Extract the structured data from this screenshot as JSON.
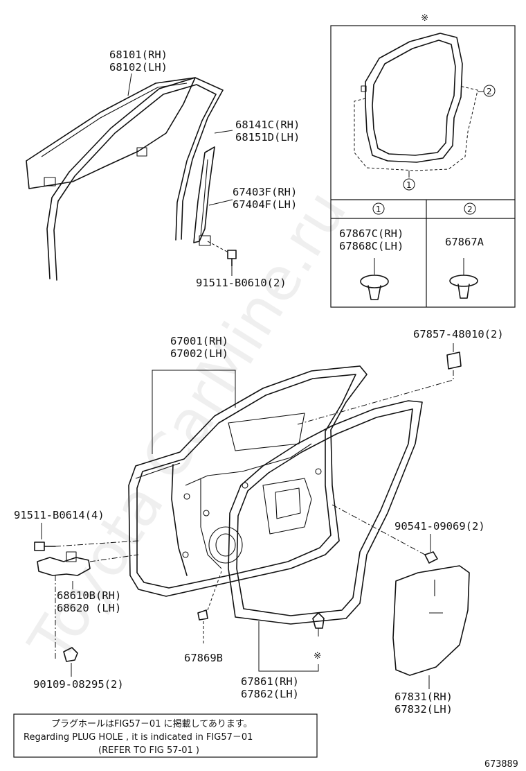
{
  "watermark": "Toyota CarMine.ru",
  "diagram_id": "673889",
  "asterisk": "※",
  "callouts": {
    "c1": "1",
    "c2": "2"
  },
  "labels": {
    "glass_rh": "68101(RH)",
    "glass_lh": "68102(LH)",
    "run_rh": "68141C(RH)",
    "run_lh": "68151D(LH)",
    "chan_rh": "67403F(RH)",
    "chan_lh": "67404F(LH)",
    "bolt_top": "91511-B0610(2)",
    "clip1_rh": "67867C(RH)",
    "clip1_lh": "67868C(LH)",
    "clip2": "67867A",
    "panel_rh": "67001(RH)",
    "panel_lh": "67002(LH)",
    "pad": "67857-48010(2)",
    "bolt_hinge": "91511-B0614(4)",
    "screw": "90541-09069(2)",
    "hinge_rh": "68610B(RH)",
    "hinge_lh": "68620  (LH)",
    "plug": "67869B",
    "seal_rh": "67861(RH)",
    "seal_lh": "67862(LH)",
    "cover_rh": "67831(RH)",
    "cover_lh": "67832(LH)",
    "pin": "90109-08295(2)"
  },
  "note": {
    "line1": "プラグホールはFIG57－01 に掲載してあります。",
    "line2": "Regarding  PLUG HOLE , it is indicated in FIG57－01",
    "line3": "(REFER TO FIG 57-01  )"
  }
}
